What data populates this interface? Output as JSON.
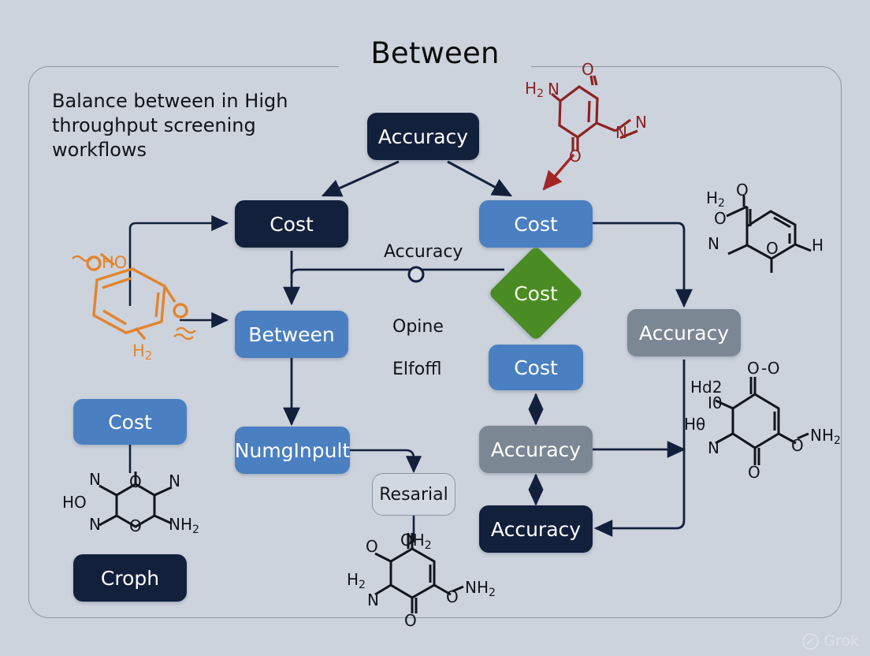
{
  "title": "Between",
  "caption": "Balance between in High throughput screening workflows",
  "nodes": {
    "accuracy_top": "Accuracy",
    "cost_left_dark": "Cost",
    "cost_right_blue": "Cost",
    "between": "Between",
    "numg_input": "NumgInpult",
    "resarial": "Resarial",
    "cost_diamond": "Cost",
    "cost_mid_right": "Cost",
    "accuracy_gray_right": "Accuracy",
    "accuracy_gray_mid": "Accuracy",
    "accuracy_dark_bottom": "Accuracy",
    "cost_far_left": "Cost",
    "croph": "Croph"
  },
  "labels": {
    "accuracy_line": "Accuracy",
    "opine": "Opine",
    "elfoffl": "Elfoffl"
  },
  "chem_labels": {
    "orange_ring": [
      "HO",
      "O",
      "O",
      "H2"
    ],
    "darkred": [
      "H2",
      "N",
      "O",
      "O",
      "N",
      "N"
    ],
    "topright": [
      "H2",
      "O",
      "O",
      "N",
      "O",
      "H"
    ],
    "midright": [
      "Hd2",
      "I0",
      "Hθ",
      "O-O",
      "N",
      "O",
      "O",
      "NH2"
    ],
    "bottomleft": [
      "N",
      "O",
      "N",
      "HO",
      "N",
      "O",
      "NH2"
    ],
    "bottomcenter": [
      "OH2",
      "O",
      "H2",
      "N",
      "O",
      "O",
      "NH2"
    ]
  },
  "watermark": "Grok",
  "colors": {
    "background": "#ccd3dd",
    "dark_node": "#13203c",
    "blue_node": "#4a7fc1",
    "gray_node": "#7c8794",
    "green_diamond": "#4a8b23",
    "orange_chem": "#e3842c",
    "darkred_chem": "#8e2222",
    "connector": "#13203c",
    "frame_border": "#8c97a6"
  }
}
